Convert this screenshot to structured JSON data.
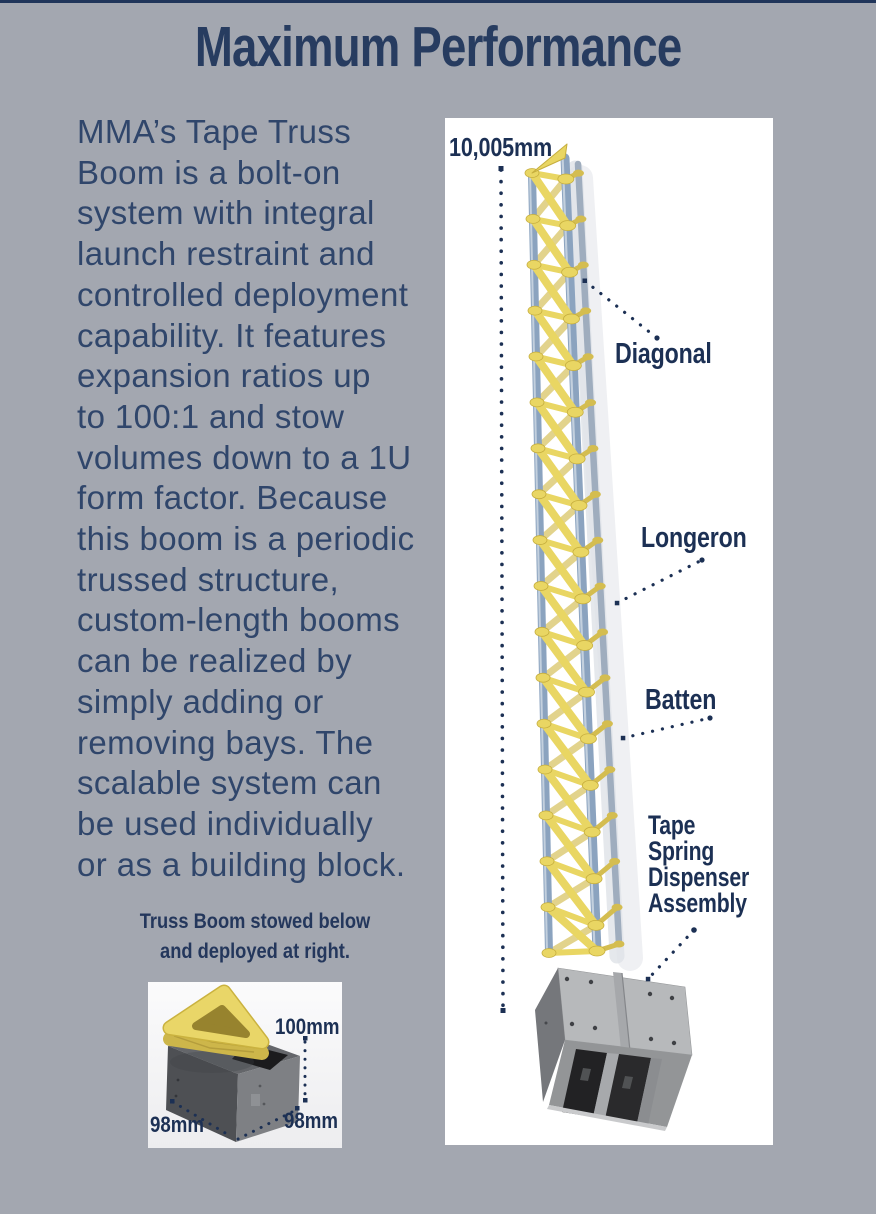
{
  "page": {
    "title": "Maximum Performance",
    "background_color": "#a3a7b0",
    "accent_navy": "#1c3054",
    "top_rule_color": "#20355a"
  },
  "intro": {
    "text": "MMA’s Tape Truss\nBoom is a bolt-on\nsystem with integral\nlaunch restraint and\ncontrolled deployment\ncapability. It features\nexpansion ratios up\nto 100:1 and stow\nvolumes down to a 1U\nform factor. Because\nthis boom is a periodic\ntrussed structure,\ncustom-length booms\ncan be realized by\nsimply adding or\nremoving bays. The\nscalable system can\nbe used individually\nor as a building block."
  },
  "stowed": {
    "caption": "Truss Boom stowed below\nand deployed at right.",
    "dims": {
      "height": "100mm",
      "depth": "98mm",
      "width": "98mm"
    }
  },
  "deployed": {
    "length_label": "10,005mm",
    "labels": {
      "diagonal": "Diagonal",
      "longeron": "Longeron",
      "batten": "Batten",
      "dispenser": "Tape\nSpring\nDispenser\nAssembly"
    }
  },
  "illustration": {
    "bays": 17,
    "colors": {
      "tape_yellow": "#e9d663",
      "tape_dark": "#d4bd50",
      "tape_edge": "#c6ae3e",
      "tube_blue": "#8ba3bf",
      "tube_hi": "#c3d0de",
      "tube_back": "#9fadbe",
      "shadow_soft": "#e9ebee",
      "leader_navy": "#1c3054"
    }
  }
}
